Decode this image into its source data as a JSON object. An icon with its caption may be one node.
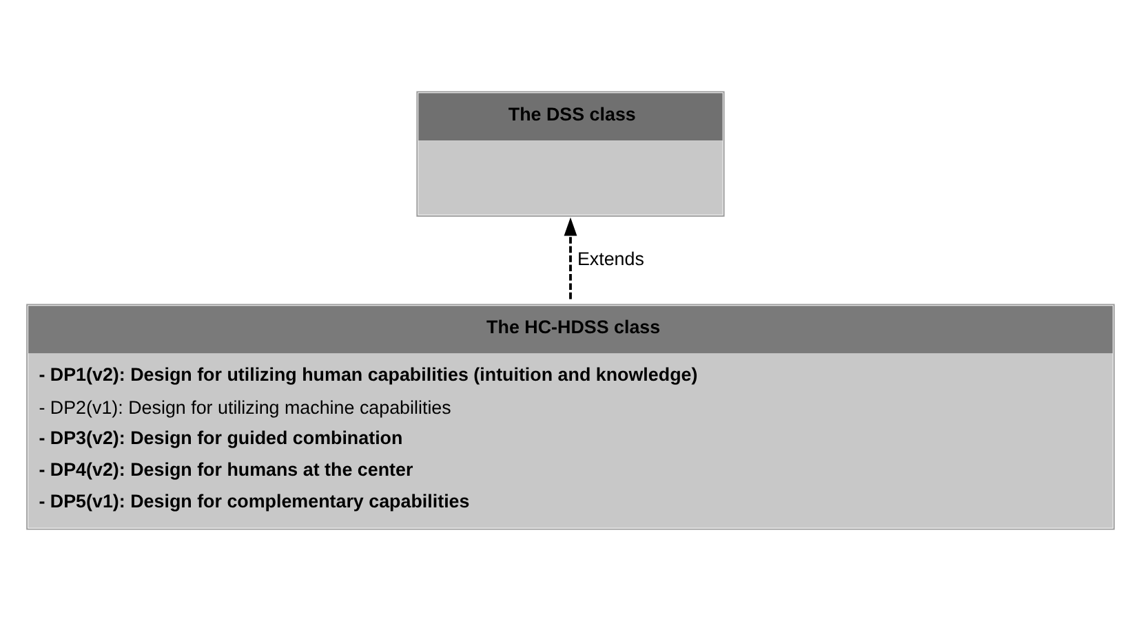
{
  "diagram": {
    "nodes": [
      {
        "text": [
          "The DSS class"
        ]
      },
      {
        "text": [
          "The HC-HDSS class",
          "- DP1(v2): Design for utilizing human capabilities (intuition and knowledge)",
          "- DP2(v1): Design for utilizing machine capabilities",
          "- DP3(v2): Design for guided combination",
          "- DP4(v2): Design for humans at the center",
          "- DP5(v1): Design for complementary capabilities"
        ]
      }
    ],
    "edges": [
      {
        "from": 1,
        "to": 0,
        "arrow": "to",
        "style": "dashed",
        "label": "Extends"
      }
    ]
  }
}
